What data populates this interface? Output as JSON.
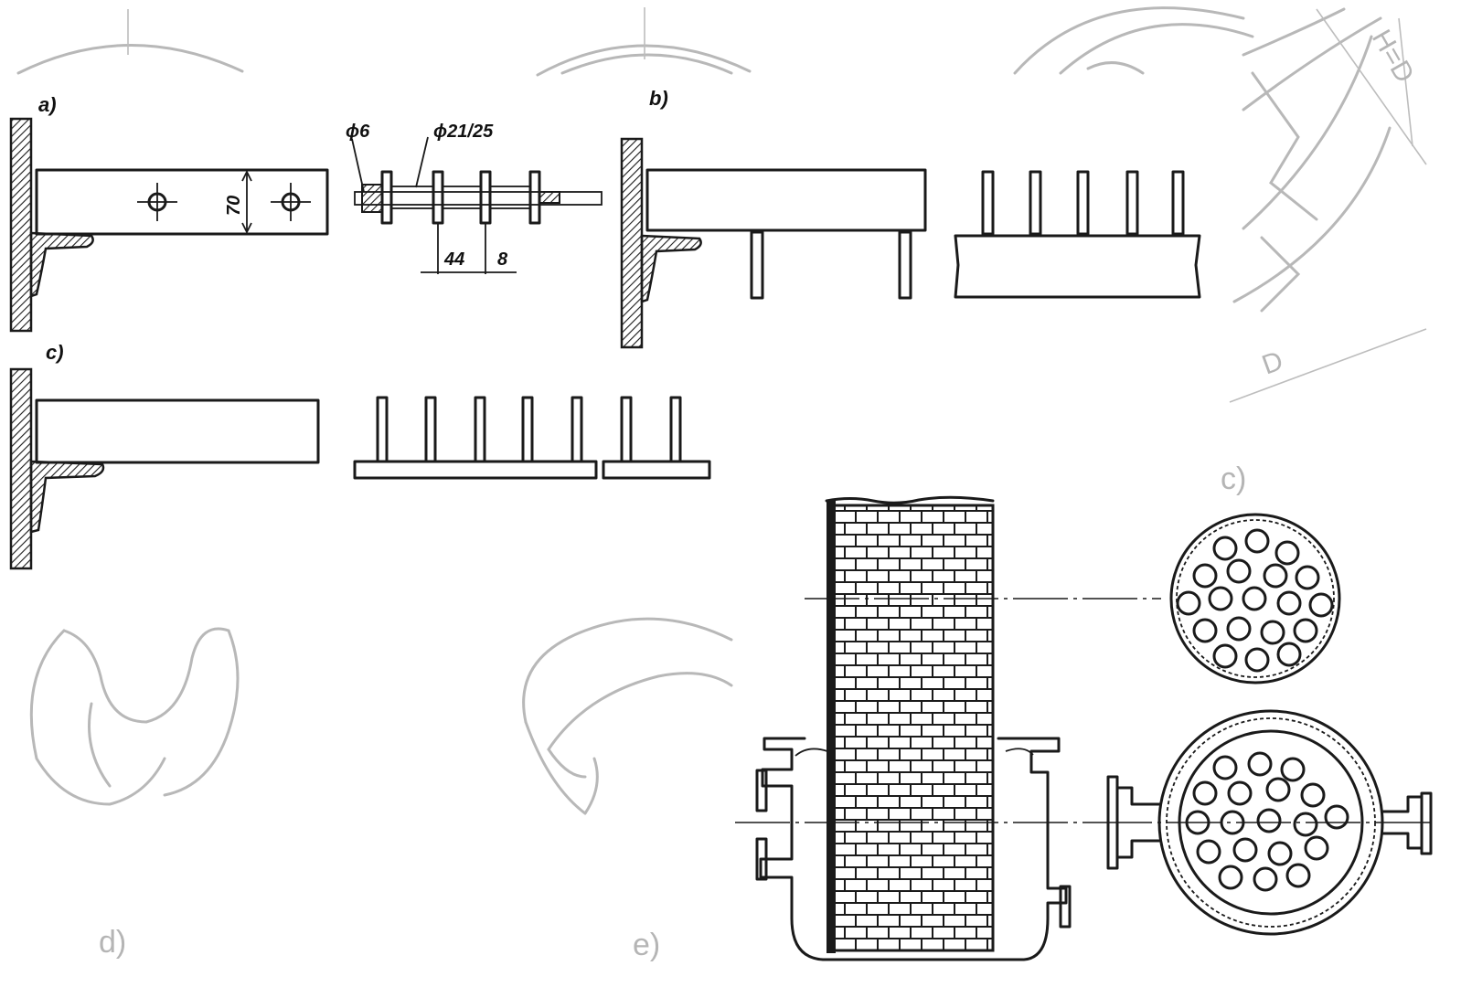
{
  "labels": {
    "panel_a": "a)",
    "panel_b": "b)",
    "panel_c": "c)",
    "ghost_c": "c)",
    "ghost_d": "d)",
    "ghost_e": "e)"
  },
  "dimensions": {
    "rod_diameter": "ϕ6",
    "tube_diameter": "ϕ21/25",
    "height": "70",
    "spacing": "44",
    "thickness": "8",
    "ghost_h": "H=D",
    "ghost_d": "D"
  },
  "colors": {
    "ink": "#1a1a1a",
    "ghost": "#b8b8b8",
    "background": "#ffffff"
  }
}
